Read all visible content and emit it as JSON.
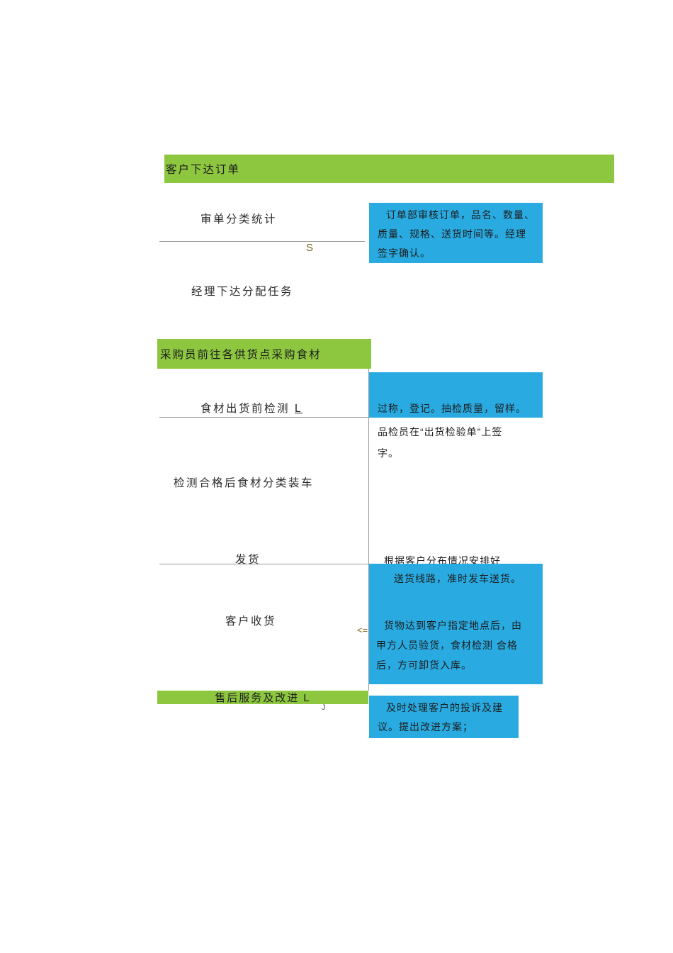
{
  "colors": {
    "green": "#8dc63f",
    "blue": "#29abe2",
    "line": "#999999",
    "text": "#1f1f1f",
    "accent_olive": "#7a661f"
  },
  "bars": {
    "customer_order": "客户下达订单",
    "purchase": "采购员前往各供货点采购食材",
    "after_sales": "售后服务及改进 L"
  },
  "steps": {
    "review": "审单分类统计",
    "assign": "经理下达分配任务",
    "inspect": "食材出货前检测",
    "load": "检测合格后食材分类装车",
    "ship": "发货",
    "receive": "客户收货"
  },
  "marks": {
    "s": "S",
    "l": "L",
    "arrow": "<=",
    "j": "J"
  },
  "notes": {
    "order_review": "订单部审核订单，品名、数量、质量、规格、送货时间等。经理签字确认。",
    "weigh": "过称，登记。抽检质量，留样。",
    "sign": "品检员在“出货检验单”上签字。",
    "route_intro": "根据客户分布情况安排好",
    "route_rest": "送货线路，准时发车送货。",
    "delivery": "货物达到客户指定地点后，由甲方人员验货，食材检测 合格后，方可卸货入库。",
    "after_sales": "及时处理客户的投诉及建议。提出改进方案；"
  }
}
